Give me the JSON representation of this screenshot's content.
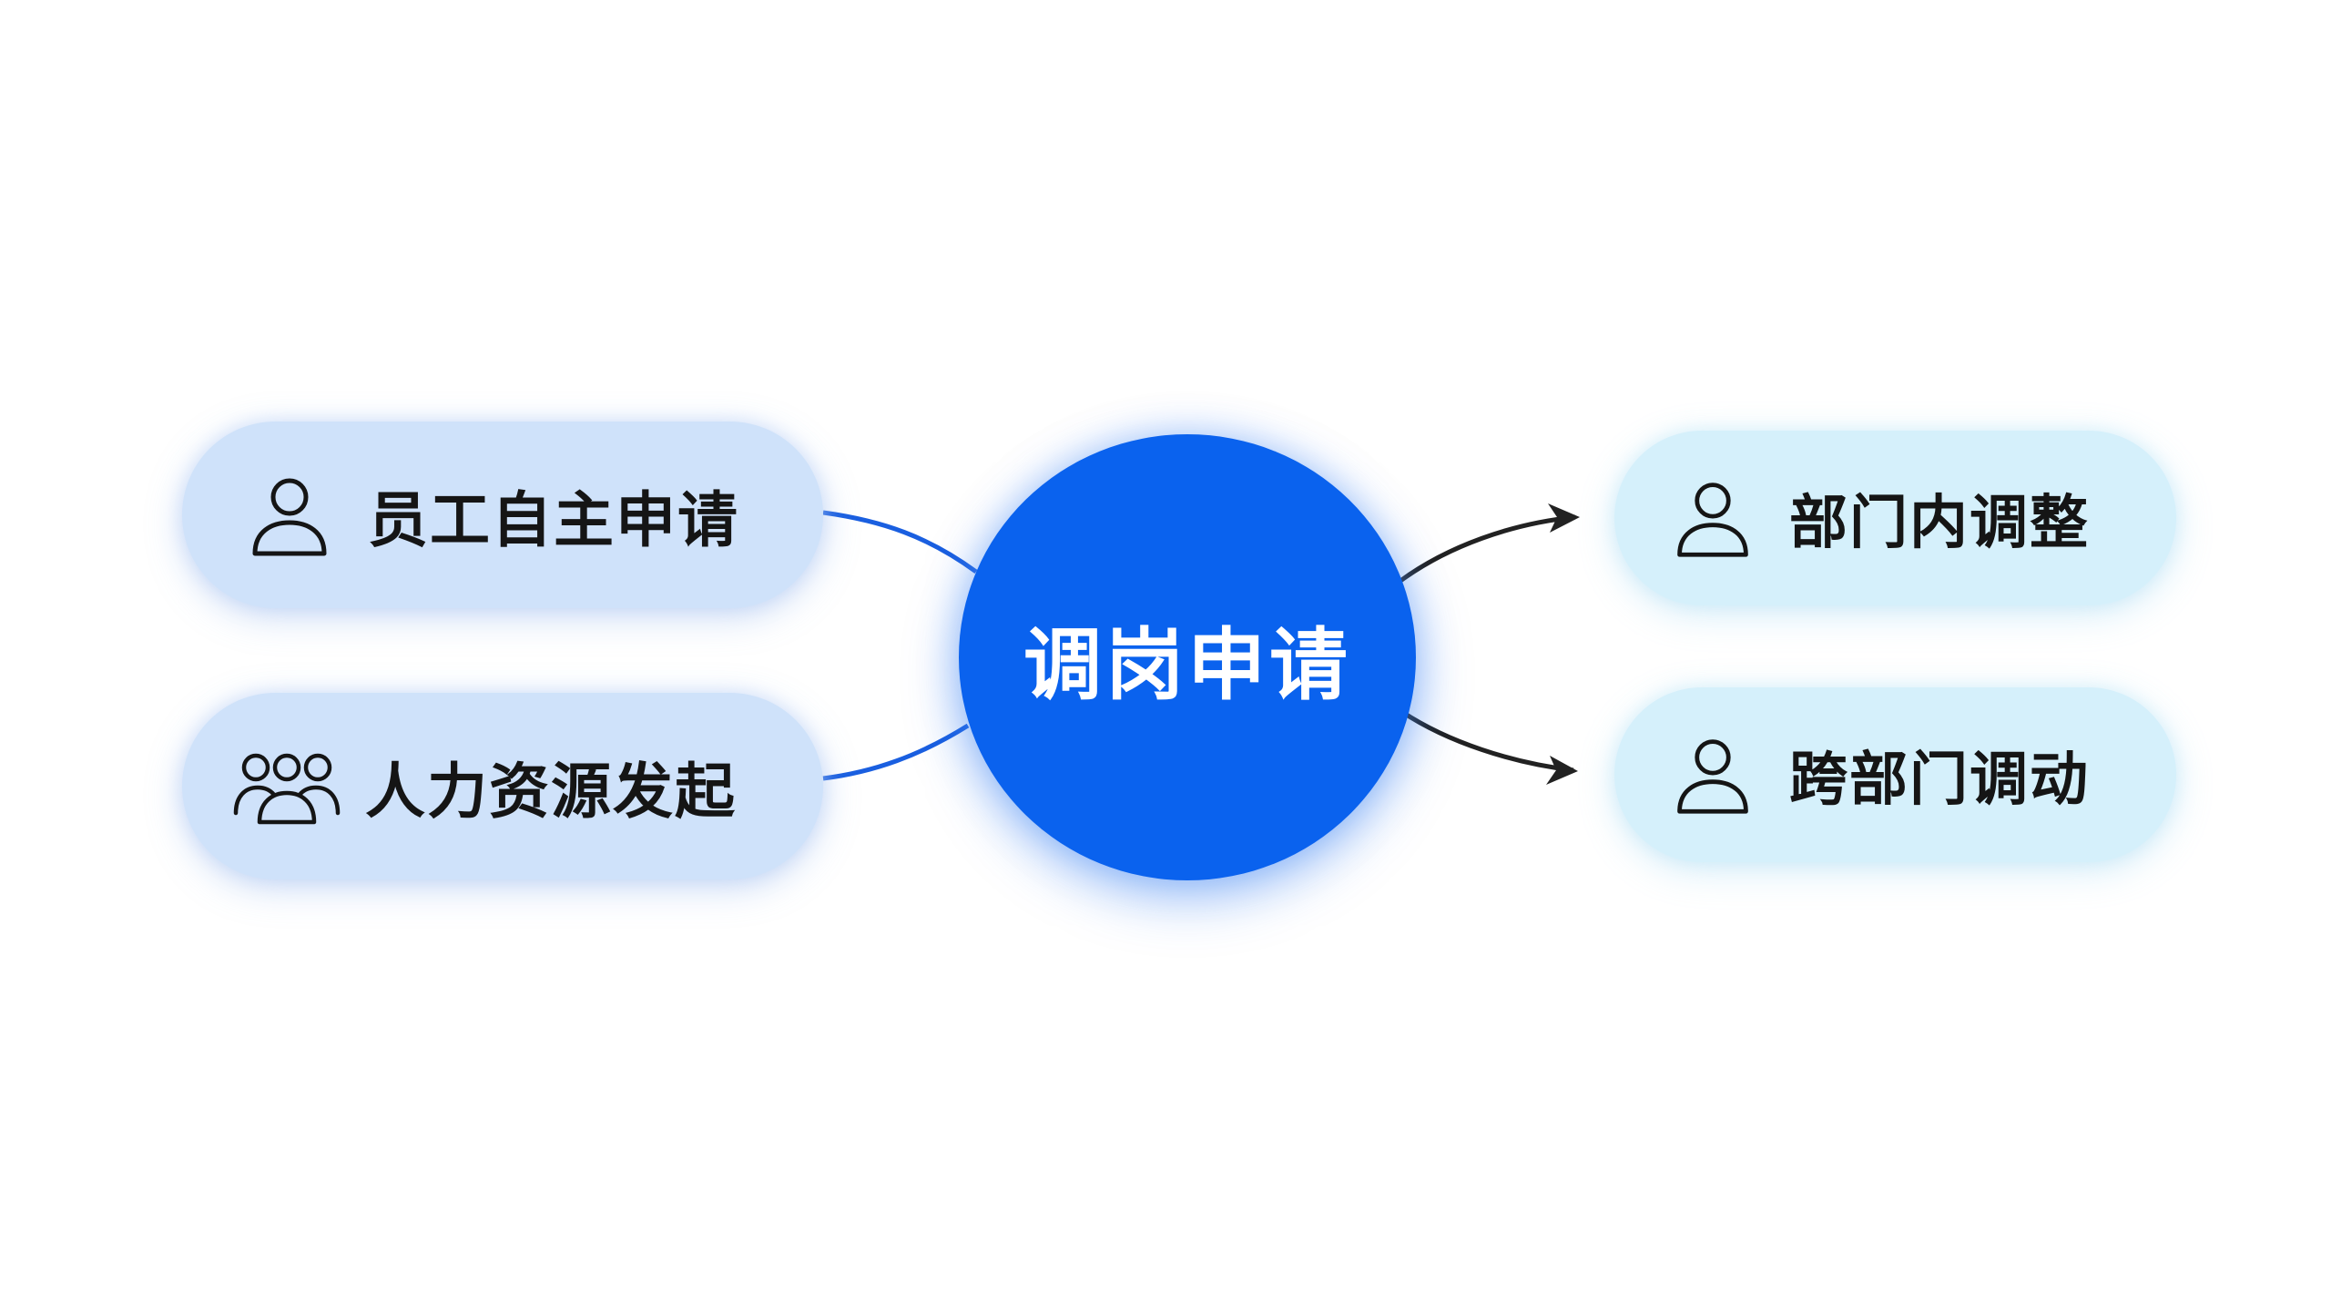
{
  "center": {
    "label": "调岗申请"
  },
  "sources": [
    {
      "label": "员工自主申请",
      "icon": "person-icon"
    },
    {
      "label": "人力资源发起",
      "icon": "group-icon"
    }
  ],
  "outcomes": [
    {
      "label": "部门内调整",
      "icon": "person-icon"
    },
    {
      "label": "跨部门调动",
      "icon": "person-icon"
    }
  ],
  "colors": {
    "hub": "#0a62ee",
    "source_pill": "#cfe2fa",
    "outcome_pill": "#d5f0fb",
    "incoming_link": "#1a5fe0",
    "outgoing_arrow": "#222222"
  }
}
